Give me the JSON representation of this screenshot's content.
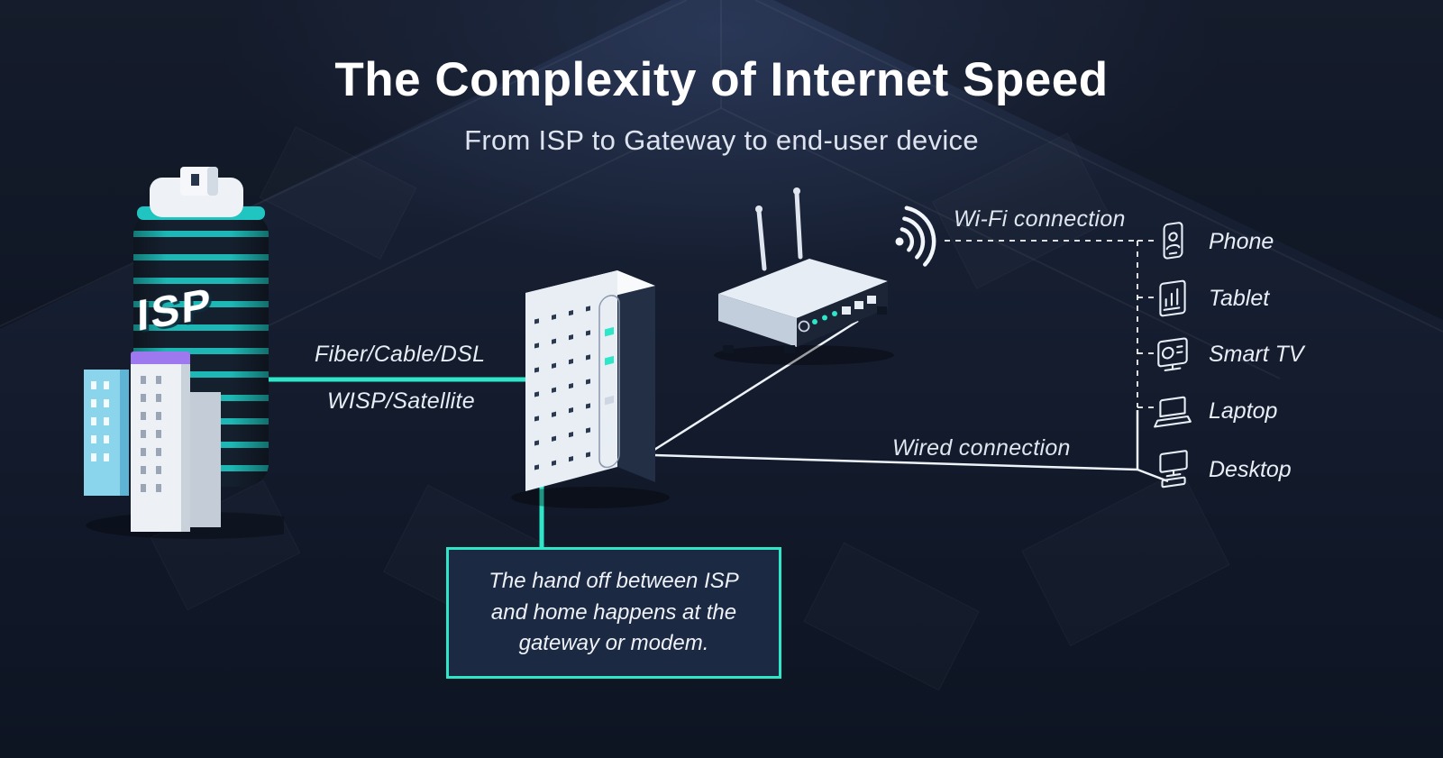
{
  "title": "The Complexity of Internet Speed",
  "subtitle": "From ISP to Gateway to end-user device",
  "isp": {
    "label": "ISP"
  },
  "links": {
    "isp_to_modem_top": "Fiber/Cable/DSL",
    "isp_to_modem_bottom": "WISP/Satellite",
    "wifi": "Wi-Fi connection",
    "wired": "Wired connection"
  },
  "callout": {
    "text": "The hand off between ISP and home happens at the gateway or modem."
  },
  "devices": [
    {
      "id": "phone",
      "label": "Phone"
    },
    {
      "id": "tablet",
      "label": "Tablet"
    },
    {
      "id": "smart-tv",
      "label": "Smart TV"
    },
    {
      "id": "laptop",
      "label": "Laptop"
    },
    {
      "id": "desktop",
      "label": "Desktop"
    }
  ],
  "icons": {
    "wifi": "wifi-signal-icon",
    "phone": "phone-icon",
    "tablet": "tablet-icon",
    "smart_tv": "smart-tv-icon",
    "laptop": "laptop-icon",
    "desktop": "desktop-icon"
  },
  "colors": {
    "accent": "#2ee6c8",
    "background": "#141c2e",
    "tower_teal": "#1db8b5",
    "purple": "#9d78ee",
    "light_blue": "#8ad4ec",
    "text": "#ffffff"
  }
}
